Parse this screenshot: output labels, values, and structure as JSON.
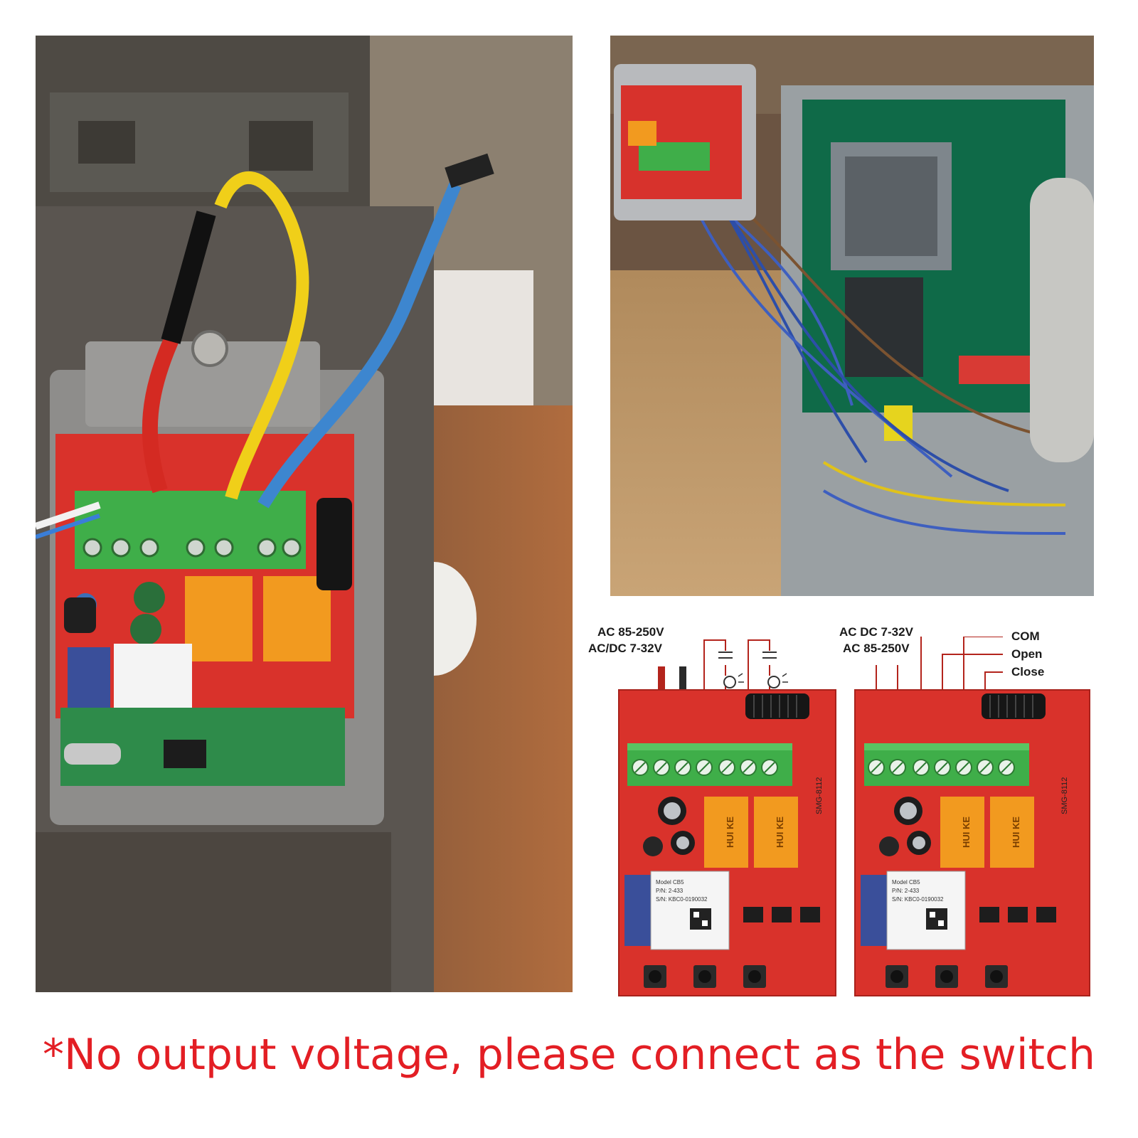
{
  "diagram_a": {
    "power_ac": "AC 85-250V",
    "power_acdc": "AC/DC 7-32V"
  },
  "diagram_b": {
    "power_dc": "AC  DC 7-32V",
    "power_ac": "AC  85-250V",
    "com": "COM",
    "open": "Open",
    "close": "Close"
  },
  "board": {
    "model_line": "Model CB5",
    "pn_line": "P/N: 2-433",
    "sn_line": "S/N: KBC0-0190032",
    "relay_brand": "HUI KE",
    "board_code": "SMG-8112"
  },
  "footer_note": "*No output voltage, please connect as the switch",
  "colors": {
    "note_red": "#e31e24",
    "board_red": "#d9322b",
    "terminal_green": "#3fae49",
    "relay_orange": "#f29a1f"
  }
}
